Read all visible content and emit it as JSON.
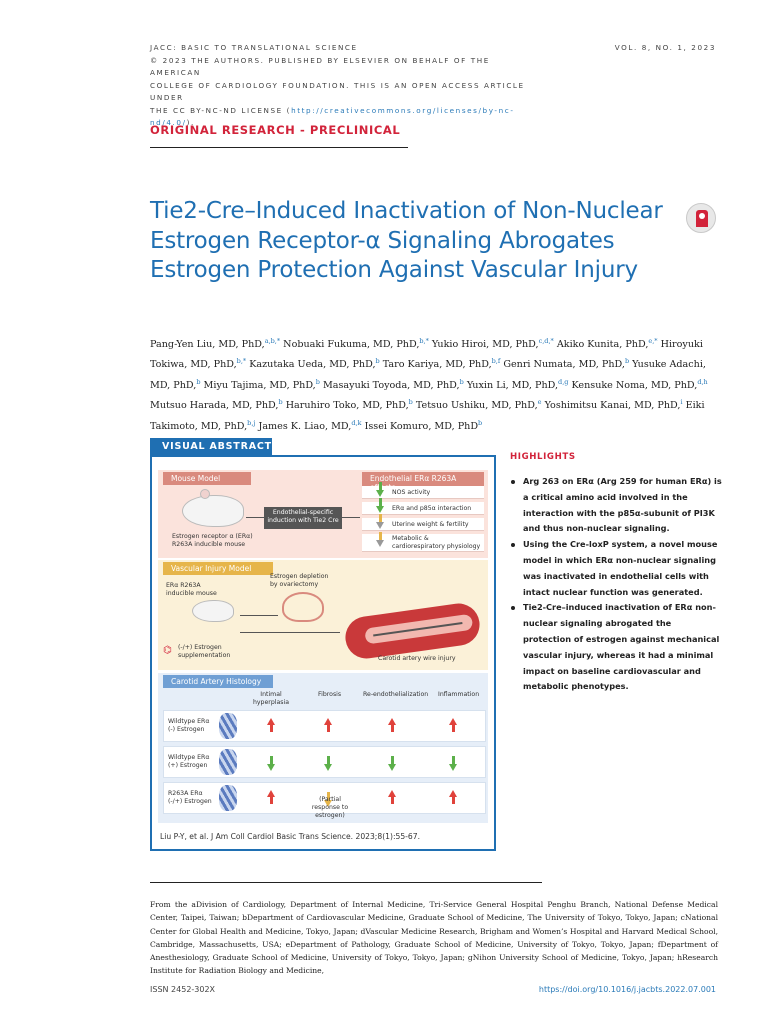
{
  "header": {
    "journal_lines": [
      "JACC: BASIC TO TRANSLATIONAL SCIENCE",
      "© 2023 THE AUTHORS. PUBLISHED BY ELSEVIER ON BEHALF OF THE AMERICAN",
      "COLLEGE OF CARDIOLOGY FOUNDATION. THIS IS AN OPEN ACCESS ARTICLE UNDER",
      "THE CC BY-NC-ND LICENSE ("
    ],
    "license_url": "http://creativecommons.org/licenses/by-nc-nd/4.0/",
    "license_close": ").",
    "volume": "VOL. 8, NO. 1, 2023"
  },
  "section_label": "ORIGINAL RESEARCH - PRECLINICAL",
  "title": "Tie2-Cre–Induced Inactivation of Non-Nuclear Estrogen Receptor-α Signaling Abrogates Estrogen Protection Against Vascular Injury",
  "authors": [
    {
      "name": "Pang-Yen Liu, MD, PhD,",
      "sup": "a,b,*"
    },
    {
      "name": "Nobuaki Fukuma, MD, PhD,",
      "sup": "b,*"
    },
    {
      "name": "Yukio Hiroi, MD, PhD,",
      "sup": "c,d,*"
    },
    {
      "name": "Akiko Kunita, PhD,",
      "sup": "e,*"
    },
    {
      "name": "Hiroyuki Tokiwa, MD, PhD,",
      "sup": "b,*"
    },
    {
      "name": "Kazutaka Ueda, MD, PhD,",
      "sup": "b"
    },
    {
      "name": "Taro Kariya, MD, PhD,",
      "sup": "b,f"
    },
    {
      "name": "Genri Numata, MD, PhD,",
      "sup": "b"
    },
    {
      "name": "Yusuke Adachi, MD, PhD,",
      "sup": "b"
    },
    {
      "name": "Miyu Tajima, MD, PhD,",
      "sup": "b"
    },
    {
      "name": "Masayuki Toyoda, MD, PhD,",
      "sup": "b"
    },
    {
      "name": "Yuxin Li, MD, PhD,",
      "sup": "d,g"
    },
    {
      "name": "Kensuke Noma, MD, PhD,",
      "sup": "d,h"
    },
    {
      "name": "Mutsuo Harada, MD, PhD,",
      "sup": "b"
    },
    {
      "name": "Haruhiro Toko, MD, PhD,",
      "sup": "b"
    },
    {
      "name": "Tetsuo Ushiku, MD, PhD,",
      "sup": "e"
    },
    {
      "name": "Yoshimitsu Kanai, MD, PhD,",
      "sup": "i"
    },
    {
      "name": "Eiki Takimoto, MD, PhD,",
      "sup": "b,j"
    },
    {
      "name": "James K. Liao, MD,",
      "sup": "d,k"
    },
    {
      "name": "Issei Komuro, MD, PhD",
      "sup": "b"
    }
  ],
  "visual_abstract": {
    "tab": "VISUAL ABSTRACT",
    "mouse_model": {
      "header": "Mouse Model",
      "caption": [
        "Estrogen receptor α (ERα)",
        "R263A inducible mouse"
      ],
      "induction": [
        "Endothelial-specific",
        "induction with Tie2 Cre"
      ]
    },
    "effects": {
      "header": "Endothelial ERα R263A effects",
      "items": [
        "NOS activity",
        "ERα and p85α interaction",
        "Uterine weight & fertility",
        "Metabolic & cardiorespiratory physiology"
      ]
    },
    "vascular_model": {
      "header": "Vascular Injury Model",
      "mouse_caption": [
        "ERα R263A",
        "inducible mouse"
      ],
      "depletion": [
        "Estrogen depletion",
        "by ovariectomy"
      ],
      "supplement": [
        "(-/+) Estrogen",
        "supplementation"
      ],
      "artery_caption": "Carotid artery wire injury"
    },
    "histology": {
      "header": "Carotid Artery Histology",
      "columns": [
        "Intimal hyperplasia",
        "Fibrosis",
        "Re-endothelialization",
        "Inflammation"
      ],
      "rows": [
        {
          "label": [
            "Wildtype ERα",
            "(-) Estrogen"
          ],
          "arrows": [
            "up",
            "up",
            "up",
            "up"
          ],
          "note": ""
        },
        {
          "label": [
            "Wildtype ERα",
            "(+) Estrogen"
          ],
          "arrows": [
            "down",
            "down",
            "down",
            "down"
          ],
          "note": ""
        },
        {
          "label": [
            "R263A ERα",
            "(-/+) Estrogen"
          ],
          "arrows": [
            "up",
            "mid",
            "up",
            "up"
          ],
          "note": "(Partial response to estrogen)"
        }
      ]
    },
    "citation": "Liu P-Y, et al. J Am Coll Cardiol Basic Trans Science. 2023;8(1):55-67."
  },
  "highlights": {
    "title": "HIGHLIGHTS",
    "items": [
      "Arg 263 on ERα (Arg 259 for human ERα) is a critical amino acid involved in the interaction with the p85α-subunit of PI3K and thus non-nuclear signaling.",
      "Using the Cre-loxP system, a novel mouse model in which ERα non-nuclear signaling was inactivated in endothelial cells with intact nuclear function was generated.",
      "Tie2-Cre–induced inactivation of ERα non-nuclear signaling abrogated the protection of estrogen against mechanical vascular injury, whereas it had a minimal impact on baseline cardiovascular and metabolic phenotypes."
    ]
  },
  "affiliations": "From the aDivision of Cardiology, Department of Internal Medicine, Tri-Service General Hospital Penghu Branch, National Defense Medical Center, Taipei, Taiwan; bDepartment of Cardiovascular Medicine, Graduate School of Medicine, The University of Tokyo, Tokyo, Japan; cNational Center for Global Health and Medicine, Tokyo, Japan; dVascular Medicine Research, Brigham and Women’s Hospital and Harvard Medical School, Cambridge, Massachusetts, USA; eDepartment of Pathology, Graduate School of Medicine, University of Tokyo, Tokyo, Japan; fDepartment of Anesthesiology, Graduate School of Medicine, University of Tokyo, Tokyo, Japan; gNihon University School of Medicine, Tokyo, Japan; hResearch Institute for Radiation Biology and Medicine,",
  "footer": {
    "issn": "ISSN 2452-302X",
    "doi": "https://doi.org/10.1016/j.jacbts.2022.07.001"
  },
  "colors": {
    "accent": "#1f6fb2",
    "section": "#d2233a",
    "link": "#2a7ab8"
  }
}
